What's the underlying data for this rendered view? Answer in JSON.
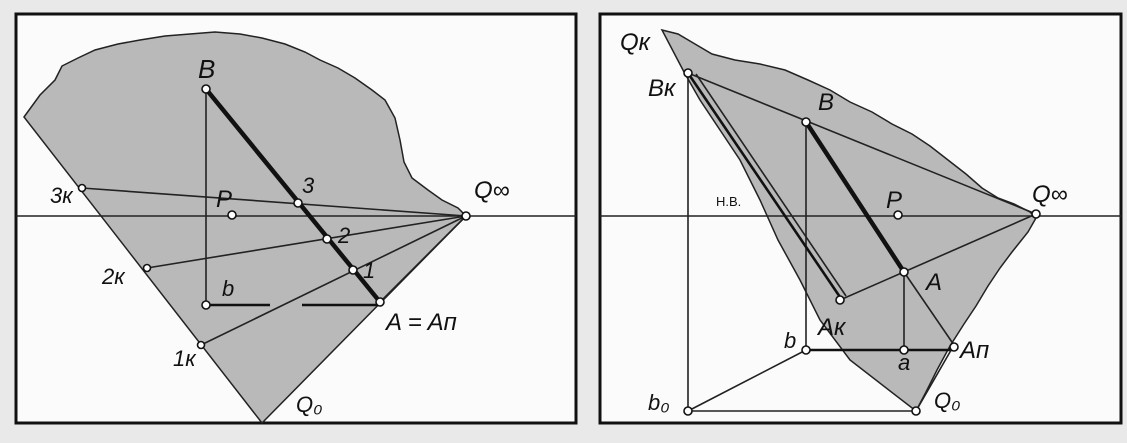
{
  "left_figure": {
    "labels": {
      "B": "B",
      "Q_inf": "Q∞",
      "P": "P",
      "num3": "3",
      "num2": "2",
      "num1": "1",
      "three_k": "3к",
      "two_k": "2к",
      "one_k": "1к",
      "b": "b",
      "A_eq_An": "A = Aп",
      "Q0": "Q₀"
    }
  },
  "right_figure": {
    "labels": {
      "Qk": "Qк",
      "Bk": "Bк",
      "B": "B",
      "HB": "Н.В.",
      "P": "P",
      "Q_inf": "Q∞",
      "A": "A",
      "Ak": "Aк",
      "b": "b",
      "a": "a",
      "An": "Aп",
      "b0": "b₀",
      "Q0": "Q₀"
    }
  }
}
